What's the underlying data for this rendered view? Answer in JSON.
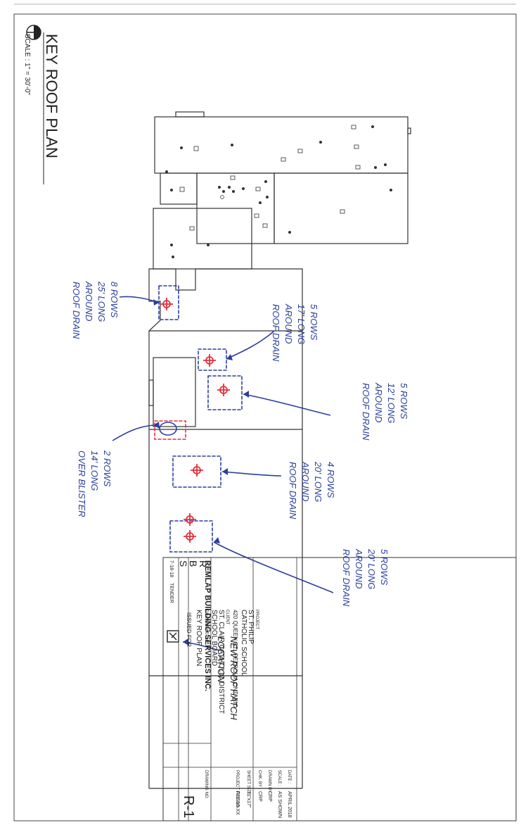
{
  "title_block_main": {
    "heading": "KEY ROOF PLAN",
    "scale": "SCALE : 1\" = 30'-0\""
  },
  "annotations": {
    "drain_a": [
      "8 ROWS",
      "25' LONG",
      "AROUND",
      "ROOF DRAIN"
    ],
    "drain_b": [
      "5 ROWS",
      "17' LONG",
      "AROUND",
      "ROOF DRAIN"
    ],
    "drain_c": [
      "5 ROWS",
      "12' LONG",
      "AROUND",
      "ROOF DRAIN"
    ],
    "blister": [
      "2 ROWS",
      "14' LONG",
      "OVER BLISTER"
    ],
    "drain_d": [
      "4 ROWS",
      "20' LONG",
      "AROUND",
      "ROOF DRAIN"
    ],
    "drain_e": [
      "5 ROWS",
      "20' LONG",
      "AROUND",
      "ROOF DRAIN"
    ],
    "hatch": [
      "NEW ROOF HATCH",
      "LOCATION"
    ]
  },
  "title_block": {
    "company": "REMLAP BUILDING SERVICES INC.",
    "logo_letters": [
      "R",
      "B",
      "S"
    ],
    "project_label": "PROJECT",
    "project_name": [
      "ST. PHILIP",
      "CATHOLIC SCHOOL",
      "420 QUEEN ST., PETROLIA ONTARIO"
    ],
    "client_label": "CLIENT",
    "client_name": [
      "ST. CLAIR CATHOLIC DISTRICT",
      "SCHOOL BOARD"
    ],
    "drawing_title_label": "DRAWING TITLE",
    "drawing_title": "KEY ROOF PLAN",
    "issued_for": "ISSUED FOR",
    "issue_date": "7-18-18",
    "issue_note": "TENDER",
    "fields": [
      {
        "label": "DATE :",
        "value": "APRIL 2018"
      },
      {
        "label": "SCALE :",
        "value": "AS SHOWN"
      },
      {
        "label": "DRAWN BY :",
        "value": "CRP"
      },
      {
        "label": "CHK. BY :",
        "value": "CRP"
      },
      {
        "label": "SHEET SIZE :",
        "value": "11\"x17\""
      },
      {
        "label": "PROJECT FILE NO.",
        "value": "RBS18-XX"
      },
      {
        "label": "DRAWING NO.",
        "value": "R-1"
      }
    ]
  },
  "colors": {
    "ink": "#333333",
    "pen_blue": "#2b3f9e",
    "pen_red": "#e0323f"
  }
}
